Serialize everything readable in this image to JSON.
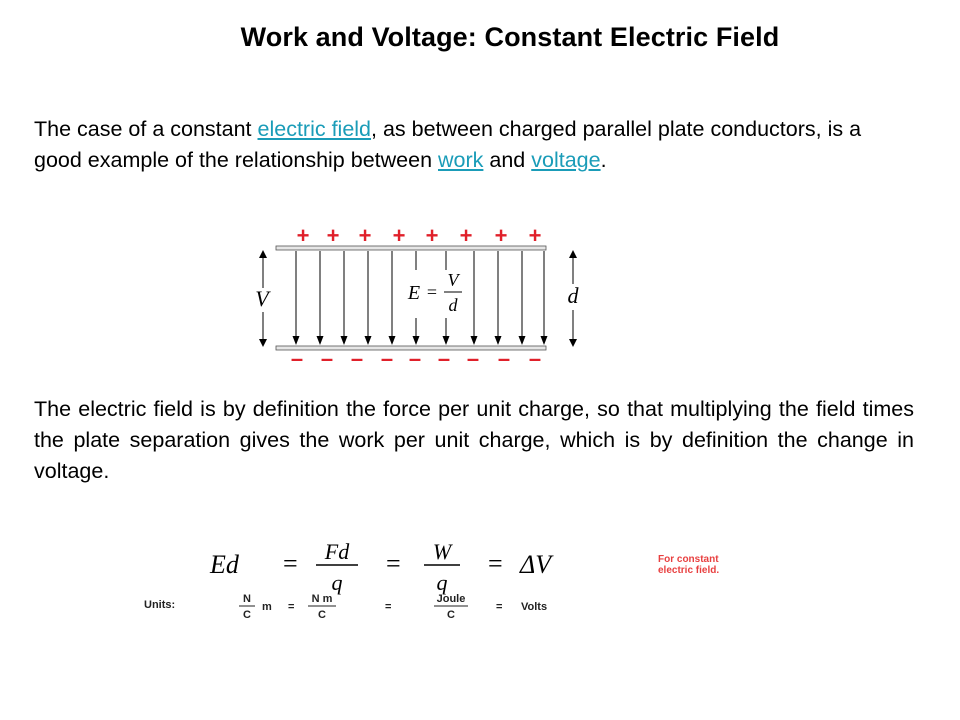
{
  "slide": {
    "title": "Work and Voltage: Constant Electric Field",
    "intro": {
      "pre": "The case of a constant ",
      "link1": "electric field",
      "mid": ", as between charged parallel plate conductors, is a good example of the relationship between ",
      "link2": "work",
      "and": " and ",
      "link3": "voltage",
      "end": "."
    },
    "explanation": "The electric field is by definition the force per unit charge, so that multiplying the field times the plate separation gives the work per unit charge, which is by definition the change in voltage."
  },
  "diagram": {
    "plus_sign": "+",
    "minus_sign": "–",
    "left_label": "V",
    "right_label": "d",
    "eq_lhs": "E",
    "eq_equals": "=",
    "eq_num": "V",
    "eq_den": "d"
  },
  "equation": {
    "lhs": "Ed",
    "eq": "=",
    "f_num": "Fd",
    "f_den": "q",
    "w_num": "W",
    "w_den": "q",
    "result": "ΔV",
    "note_line1": "For constant",
    "note_line2": "electric field.",
    "units_label": "Units:",
    "u1_num": "N",
    "u1_den": "C",
    "u1_m": "m",
    "u2_num": "N m",
    "u2_den": "C",
    "u3_num": "Joule",
    "u3_den": "C",
    "u_result": "Volts"
  },
  "colors": {
    "link": "#1a9cb8",
    "charge": "#e0202a",
    "note": "#e84040"
  }
}
